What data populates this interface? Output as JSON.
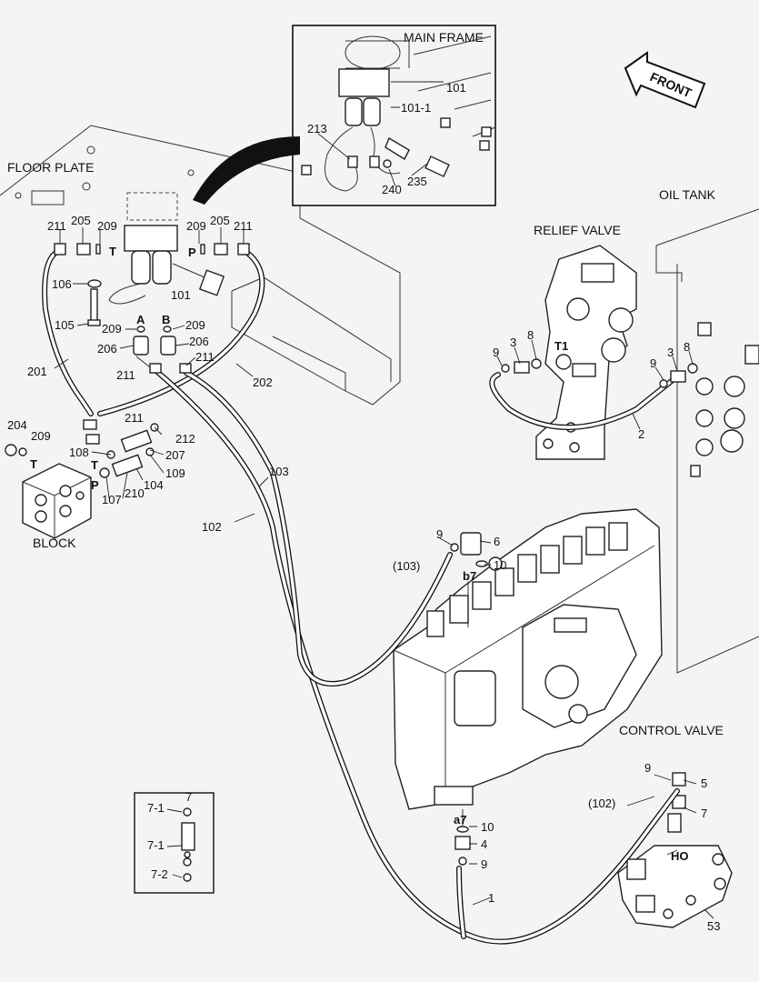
{
  "sections": {
    "main_frame": "MAIN FRAME",
    "floor_plate": "FLOOR PLATE",
    "oil_tank": "OIL TANK",
    "relief_valve": "RELIEF VALVE",
    "block": "BLOCK",
    "control_valve": "CONTROL VALVE",
    "front": "FRONT"
  },
  "ports": {
    "t_left": "T",
    "p_left": "P",
    "a": "A",
    "b": "B",
    "t_block1": "T",
    "t_block2": "T",
    "p_block": "P",
    "t1": "T1",
    "b7": "b7",
    "a7": "a7",
    "ho": "HO"
  },
  "callouts": {
    "c101_top": "101",
    "c101_1": "101-1",
    "c213": "213",
    "c240": "240",
    "c235": "235",
    "c211_l": "211",
    "c205_l": "205",
    "c209_l": "209",
    "c209_r": "209",
    "c205_r": "205",
    "c211_r": "211",
    "c106": "106",
    "c105": "105",
    "c101": "101",
    "c209_a": "209",
    "c209_b": "209",
    "c206_a": "206",
    "c206_b": "206",
    "c211_a": "211",
    "c211_b": "211",
    "c201": "201",
    "c202": "202",
    "c204": "204",
    "c209_blk": "209",
    "c211_m": "211",
    "c212": "212",
    "c108": "108",
    "c207": "207",
    "c109": "109",
    "c104": "104",
    "c107": "107",
    "c210": "210",
    "c103": "103",
    "c102": "102",
    "c9_cv": "9",
    "c6": "6",
    "c10_cv": "10",
    "c103p": "(103)",
    "c9_rv1": "9",
    "c3_rv1": "3",
    "c8_rv1": "8",
    "c9_rv2": "9",
    "c3_rv2": "3",
    "c8_rv2": "8",
    "c2": "2",
    "c7_box": "7",
    "c7_1a": "7-1",
    "c7_1b": "7-1",
    "c7_2": "7-2",
    "c10_a7": "10",
    "c4": "4",
    "c9_a7": "9",
    "c1": "1",
    "c9_ho": "9",
    "c5": "5",
    "c7_ho": "7",
    "c102p": "(102)",
    "c53": "53"
  }
}
